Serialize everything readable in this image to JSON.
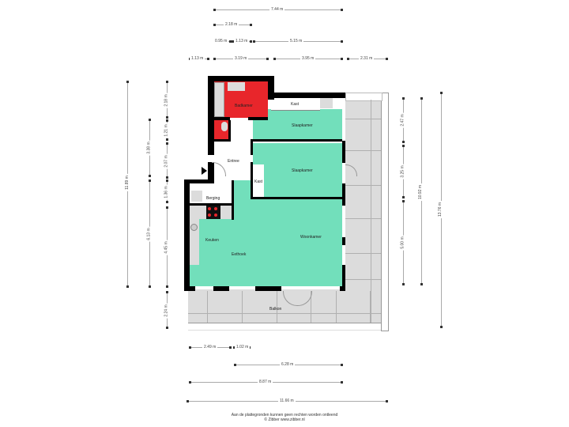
{
  "top_dimensions": {
    "row1": [
      {
        "label": "7.44 m"
      }
    ],
    "row2": [
      {
        "label": "2.18 m"
      }
    ],
    "row3": [
      {
        "label": "0.95 m"
      },
      {
        "label": "1.13 m"
      },
      {
        "label": "5.15 m"
      }
    ],
    "row4": [
      {
        "label": "1.13 m"
      },
      {
        "label": "3.19 m"
      },
      {
        "label": "3.95 m"
      },
      {
        "label": "2.31 m"
      }
    ]
  },
  "left_dimensions": {
    "outer": {
      "label": "11.89 m"
    },
    "middle": [
      {
        "label": "3.38 m"
      },
      {
        "label": "6.13 m"
      }
    ],
    "inner": [
      {
        "label": "2.18 m"
      },
      {
        "label": "1.21 m"
      },
      {
        "label": "2.07 m"
      },
      {
        "label": "1.36 m"
      },
      {
        "label": "4.45 m"
      },
      {
        "label": "2.24 m"
      }
    ]
  },
  "right_dimensions": {
    "inner": [
      {
        "label": "2.47 m"
      },
      {
        "label": "3.25 m"
      },
      {
        "label": "5.00 m"
      }
    ],
    "middle": {
      "label": "10.92 m"
    },
    "outer": {
      "label": "13.76 m"
    }
  },
  "bottom_dimensions": {
    "row1": [
      {
        "label": "2.49 m"
      },
      {
        "label": "1.02 m"
      }
    ],
    "row2": [
      {
        "label": "6.28 m"
      }
    ],
    "row3": [
      {
        "label": "8.87 m"
      }
    ],
    "row4": [
      {
        "label": "11.66 m"
      }
    ]
  },
  "rooms": {
    "badkamer": "Badkamer",
    "kast_top": "Kast",
    "slaapkamer1": "Slaapkamer",
    "entree": "Entree",
    "slaapkamer2": "Slaapkamer",
    "kast_mid": "Kast",
    "berging": "Berging",
    "keuken": "Keuken",
    "eethoek": "Eethoek",
    "woonkamer": "Woonkamer",
    "balkon": "Balkon"
  },
  "colors": {
    "living_green": "#72dfbb",
    "wet_room_red": "#e8262b",
    "wall_black": "#000000",
    "balcony_grey": "#dcdcdc"
  },
  "footer": {
    "disclaimer": "Aan de plattegronden kunnen geen rechten worden ontleend",
    "credit": "© Zibber www.zibber.nl"
  }
}
